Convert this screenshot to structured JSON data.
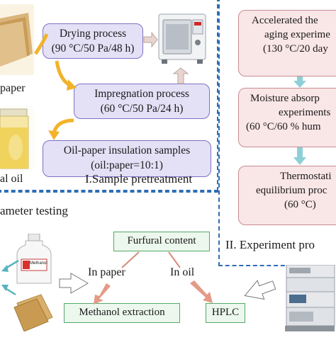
{
  "section1": {
    "title": "I.Sample pretreatment",
    "drying": {
      "title": "Drying process",
      "params": "(90 °C/50 Pa/48 h)"
    },
    "impregnation": {
      "title": "Impregnation process",
      "params": "(60 °C/50 Pa/24 h)"
    },
    "samples": {
      "title": "Oil-paper insulation samples",
      "ratio": "(oil:paper=10:1)"
    },
    "paper_label": "paper",
    "oil_label": "al oil"
  },
  "section2": {
    "title": "II. Experiment pro",
    "aging": {
      "line1": "Accelerated the",
      "line2": "aging experime",
      "line3": "(130 °C/20 day"
    },
    "moisture": {
      "line1": "Moisture absorp",
      "line2": "experiments",
      "line3": "(60 °C/60 % hum"
    },
    "thermostatic": {
      "line1": "Thermostati",
      "line2": "equilibrium proc",
      "line3": "(60 °C)"
    }
  },
  "section3": {
    "title": "ameter testing",
    "furfural": "Furfural content",
    "in_paper": "In paper",
    "in_oil": "In oil",
    "methanol_extraction": "Methanol extraction",
    "hplc": "HPLC",
    "bottle_label": "Methanol"
  },
  "colors": {
    "dash_blue": "#2f6db5",
    "lavender_fill": "#e4e0f6",
    "lavender_border": "#7d72c4",
    "pink_fill": "#f9e6e7",
    "pink_border": "#c98c92",
    "green_fill": "#ecf7ed",
    "green_border": "#55a96b",
    "orange_arrow": "#f2b32a",
    "teal_arrow": "#8ecfd6",
    "salmon_arrow": "#e39a86"
  }
}
